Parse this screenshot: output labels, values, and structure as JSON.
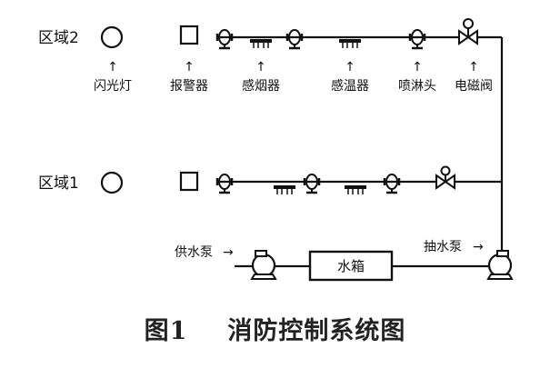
{
  "zones": {
    "zone2": "区域2",
    "zone1": "区域1"
  },
  "labels": {
    "flash_light": "闪光灯",
    "alarm": "报警器",
    "smoke_detector": "感烟器",
    "temp_detector": "感温器",
    "sprinkler": "喷淋头",
    "solenoid_valve": "电磁阀"
  },
  "pumps": {
    "supply_pump": "供水泵",
    "suction_pump": "抽水泵",
    "arrow": "→"
  },
  "tank": {
    "label": "水箱"
  },
  "indicator_arrow": "↑",
  "caption": {
    "figure_number": "图1",
    "title": "消防控制系统图"
  }
}
